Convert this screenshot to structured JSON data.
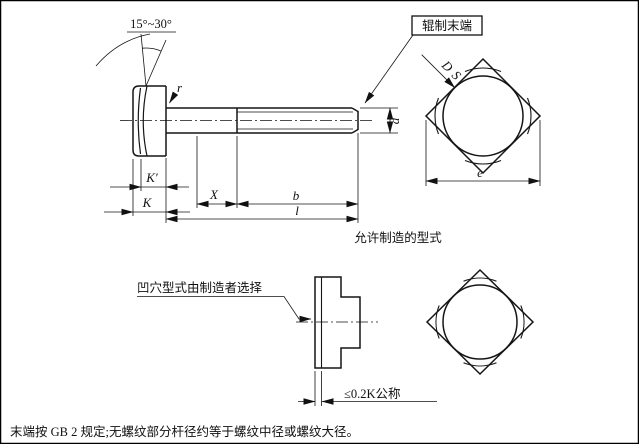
{
  "top_figure": {
    "angle_label": "15°~30°",
    "fillet_label": "r",
    "rolled_end_label": "辊制末端",
    "dim_x": "X",
    "dim_b": "b",
    "dim_l": "l",
    "dim_k_prime": "K′",
    "dim_k": "K",
    "dim_d": "d"
  },
  "top_end_view": {
    "label_d": "D",
    "label_s": "S",
    "dim_e": "e"
  },
  "caption": "允许制造的型式",
  "bottom_figure": {
    "recess_label": "凹穴型式由制造者选择",
    "recess_depth_label": "≤0.2K公称"
  },
  "footer_note": "末端按 GB 2 规定;无螺纹部分杆径约等于螺纹中径或螺纹大径。"
}
